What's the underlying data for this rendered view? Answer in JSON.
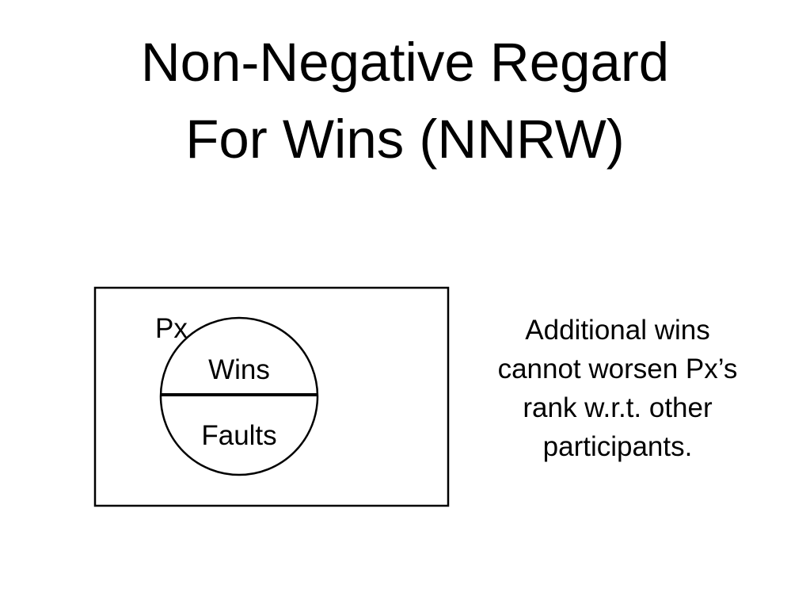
{
  "slide": {
    "title_lines": [
      "Non-Negative Regard",
      "For Wins (NNRW)"
    ]
  },
  "diagram": {
    "circle_label": "Px",
    "upper_region_label": "Wins",
    "lower_region_label": "Faults"
  },
  "caption": {
    "lines": [
      "Additional wins",
      "cannot worsen Px’s",
      "rank w.r.t. other",
      "participants."
    ]
  }
}
